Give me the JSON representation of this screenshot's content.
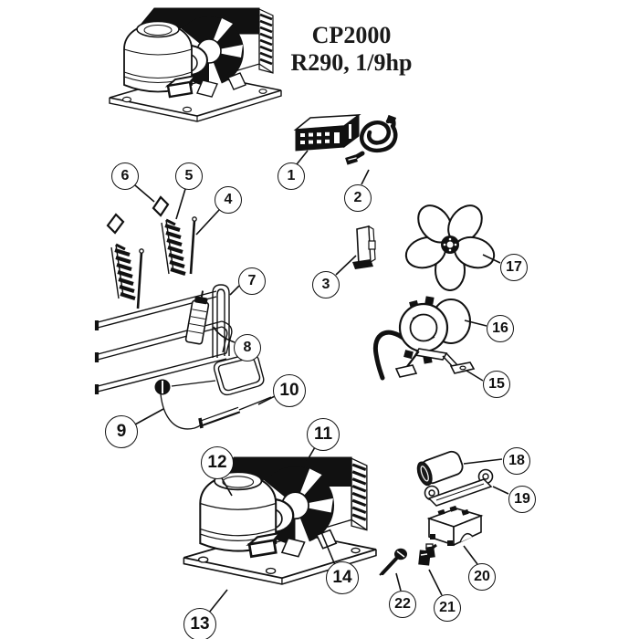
{
  "title": {
    "model": "CP2000",
    "spec": "R290, 1/9hp"
  },
  "colors": {
    "ink": "#111111",
    "paper": "#ffffff"
  },
  "callouts": [
    {
      "label": "1"
    },
    {
      "label": "2"
    },
    {
      "label": "3"
    },
    {
      "label": "4"
    },
    {
      "label": "5"
    },
    {
      "label": "6"
    },
    {
      "label": "7"
    },
    {
      "label": "8"
    },
    {
      "label": "9"
    },
    {
      "label": "10"
    },
    {
      "label": "11"
    },
    {
      "label": "12"
    },
    {
      "label": "13"
    },
    {
      "label": "14"
    },
    {
      "label": "15"
    },
    {
      "label": "16"
    },
    {
      "label": "17"
    },
    {
      "label": "18"
    },
    {
      "label": "19"
    },
    {
      "label": "20"
    },
    {
      "label": "21"
    },
    {
      "label": "22"
    }
  ]
}
